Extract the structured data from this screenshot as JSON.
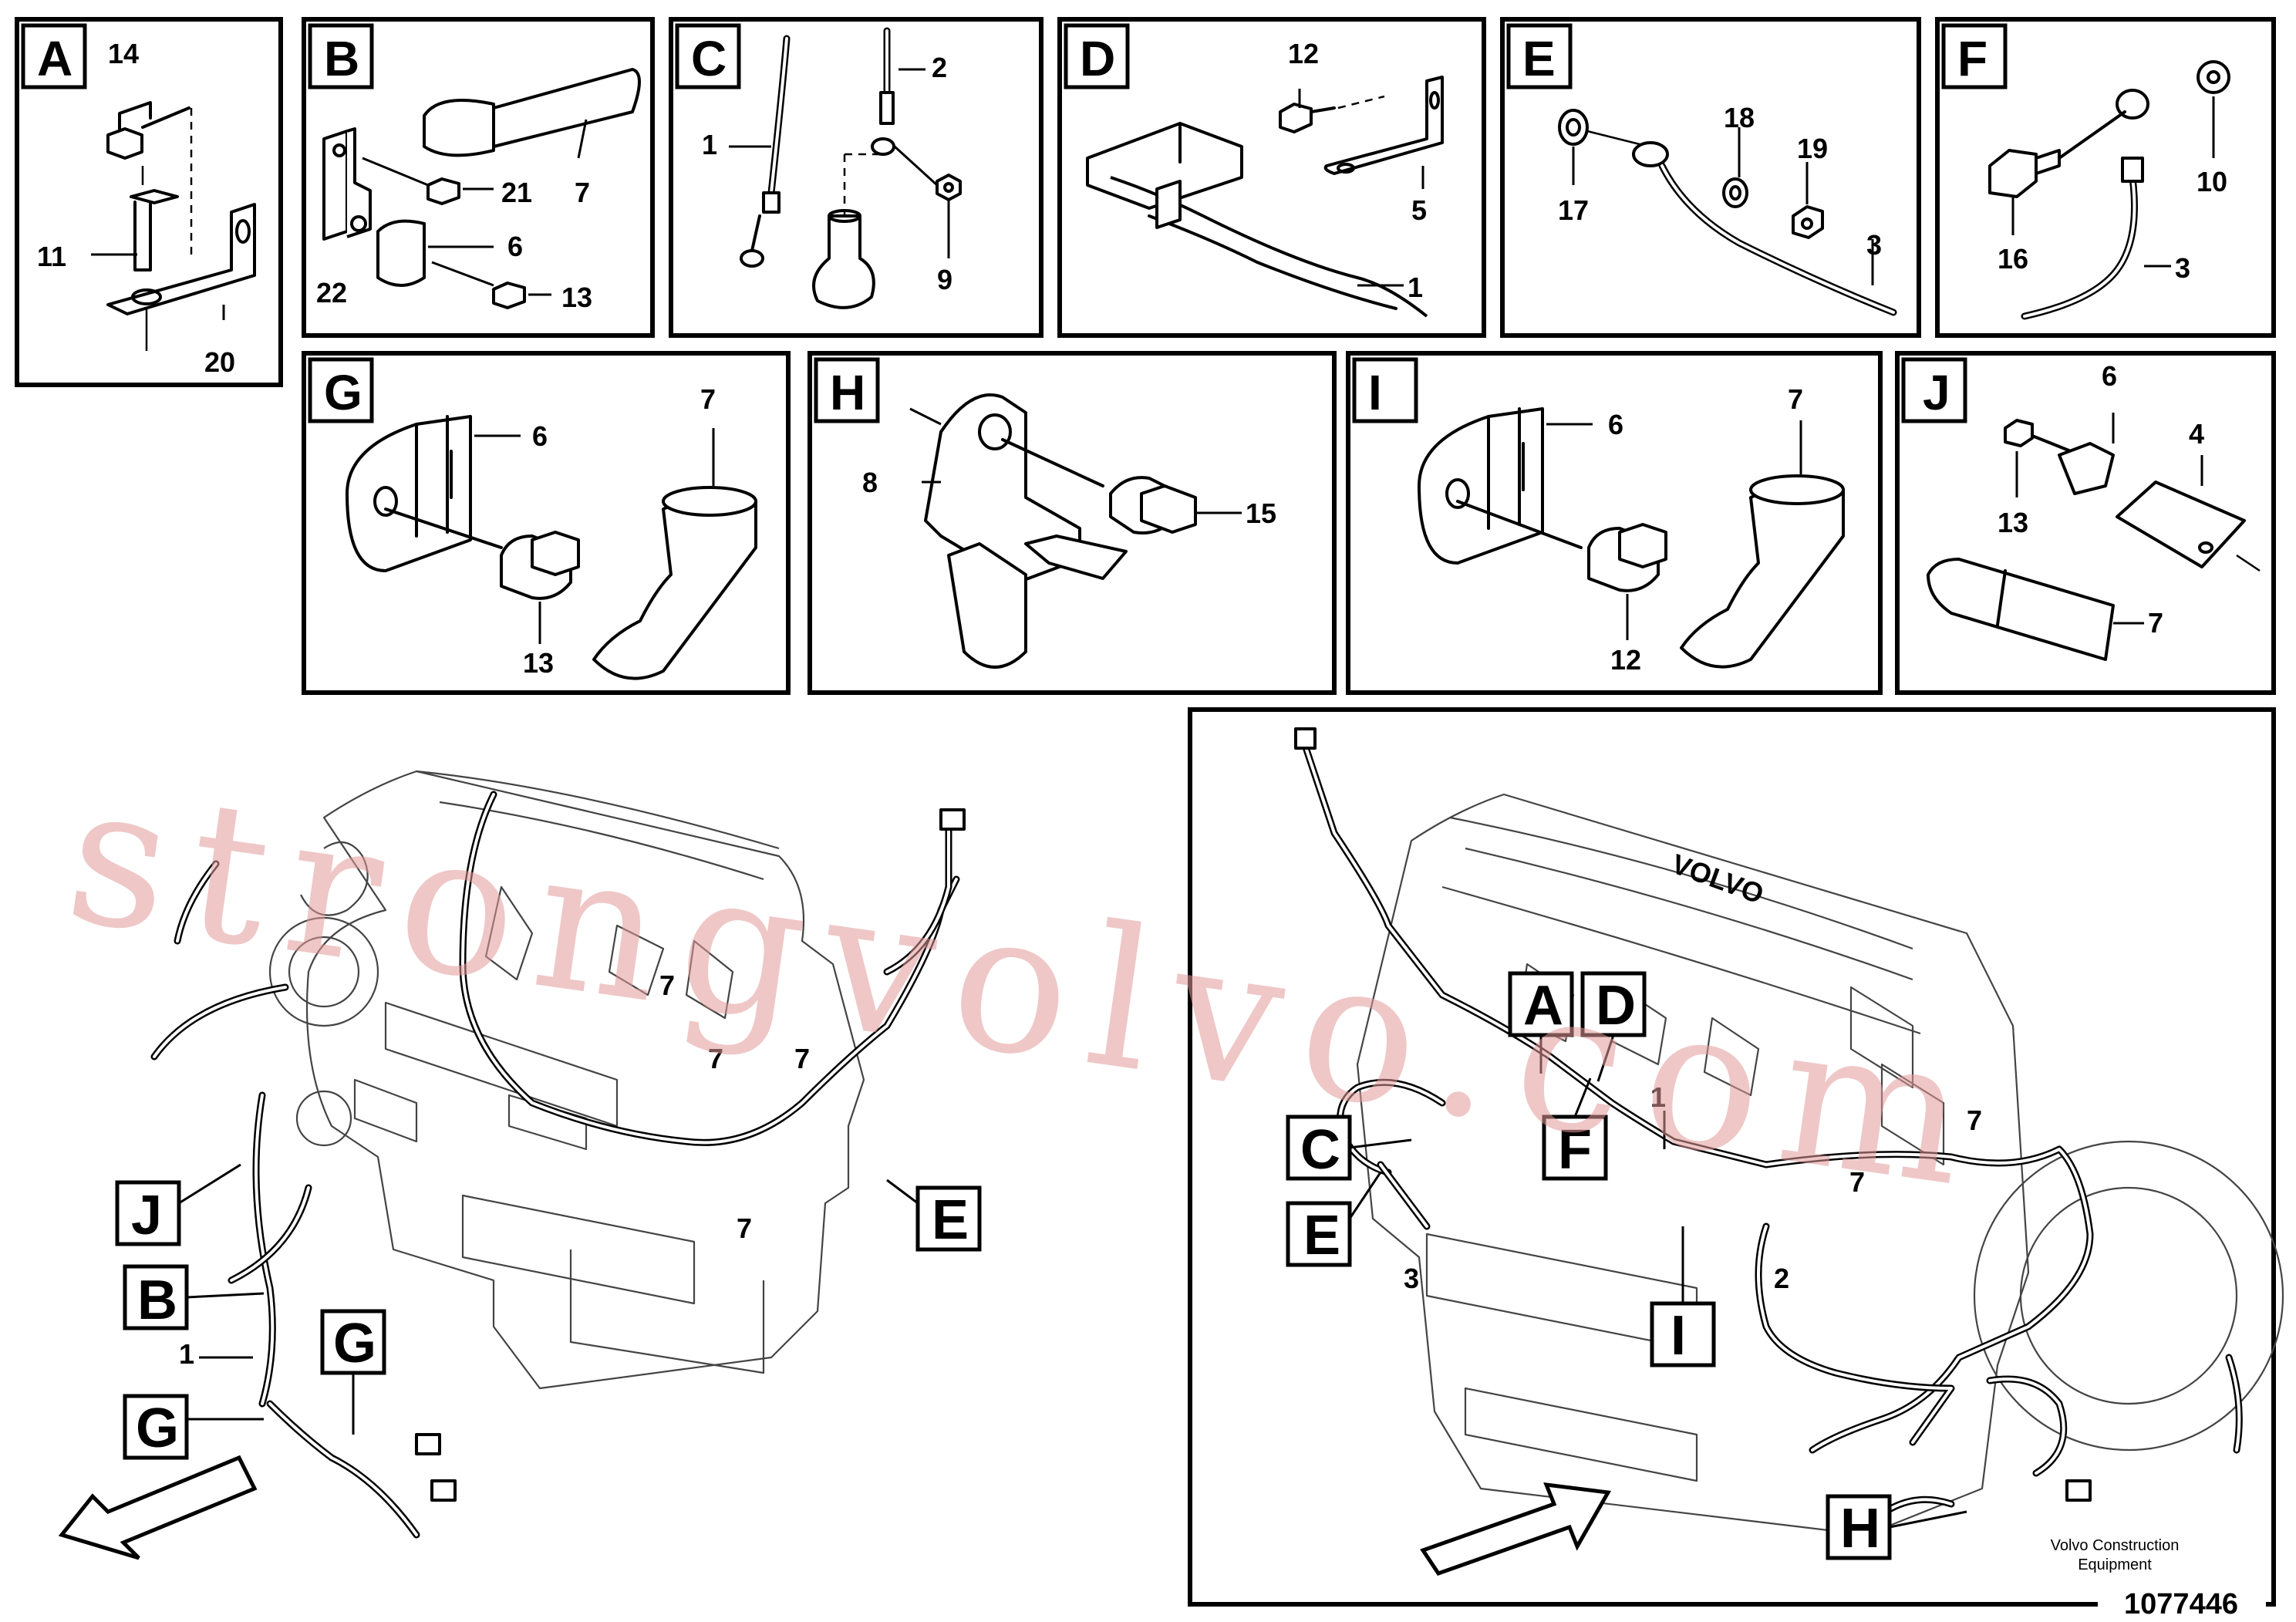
{
  "panels": {
    "A": {
      "letter": "A",
      "labels": [
        "14",
        "11",
        "20"
      ]
    },
    "B": {
      "letter": "B",
      "labels": [
        "21",
        "7",
        "6",
        "22",
        "13"
      ]
    },
    "C": {
      "letter": "C",
      "labels": [
        "2",
        "1",
        "9"
      ]
    },
    "D": {
      "letter": "D",
      "labels": [
        "12",
        "5",
        "1"
      ]
    },
    "E": {
      "letter": "E",
      "labels": [
        "18",
        "19",
        "17",
        "3"
      ]
    },
    "F": {
      "letter": "F",
      "labels": [
        "10",
        "16",
        "3"
      ]
    },
    "G": {
      "letter": "G",
      "labels": [
        "6",
        "7",
        "13"
      ]
    },
    "H": {
      "letter": "H",
      "labels": [
        "8",
        "15"
      ]
    },
    "I": {
      "letter": "I",
      "labels": [
        "6",
        "7",
        "12"
      ]
    },
    "J": {
      "letter": "J",
      "labels": [
        "6",
        "4",
        "13",
        "7"
      ]
    }
  },
  "left_view": {
    "callouts": [
      "J",
      "B",
      "G",
      "G",
      "E"
    ],
    "labels": [
      "7",
      "7",
      "7",
      "7",
      "1"
    ]
  },
  "right_view": {
    "callouts": [
      "A",
      "D",
      "C",
      "F",
      "E",
      "I",
      "H"
    ],
    "labels": [
      "1",
      "2",
      "3",
      "7",
      "7"
    ],
    "brand_text": "VOLVO"
  },
  "watermark": "strongvolvo.com",
  "footer": {
    "company_line1": "Volvo Construction",
    "company_line2": "Equipment",
    "doc_number": "1077446"
  }
}
